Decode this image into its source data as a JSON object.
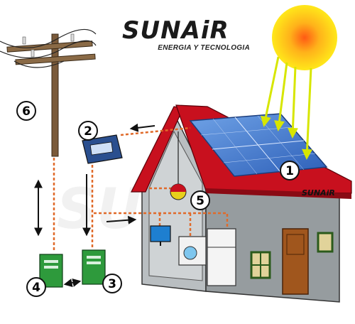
{
  "brand": {
    "name": "SUNAiR",
    "tagline": "ENERGIA Y TECNOLOGIA"
  },
  "roof_brand": "SUNAiR",
  "watermark": "SUNAiR",
  "labels": {
    "n1": "1",
    "n2": "2",
    "n3": "3",
    "n4": "4",
    "n5": "5",
    "n6": "6"
  },
  "colors": {
    "roof_red": "#c8101e",
    "wall_grey": "#9aa0a3",
    "panel_blue": "#3a6fc4",
    "wire_orange": "#e06a2a",
    "sun_yellow": "#ffd21a",
    "ray_yellow": "#e6f000",
    "equipment_green": "#2e9a3c"
  }
}
